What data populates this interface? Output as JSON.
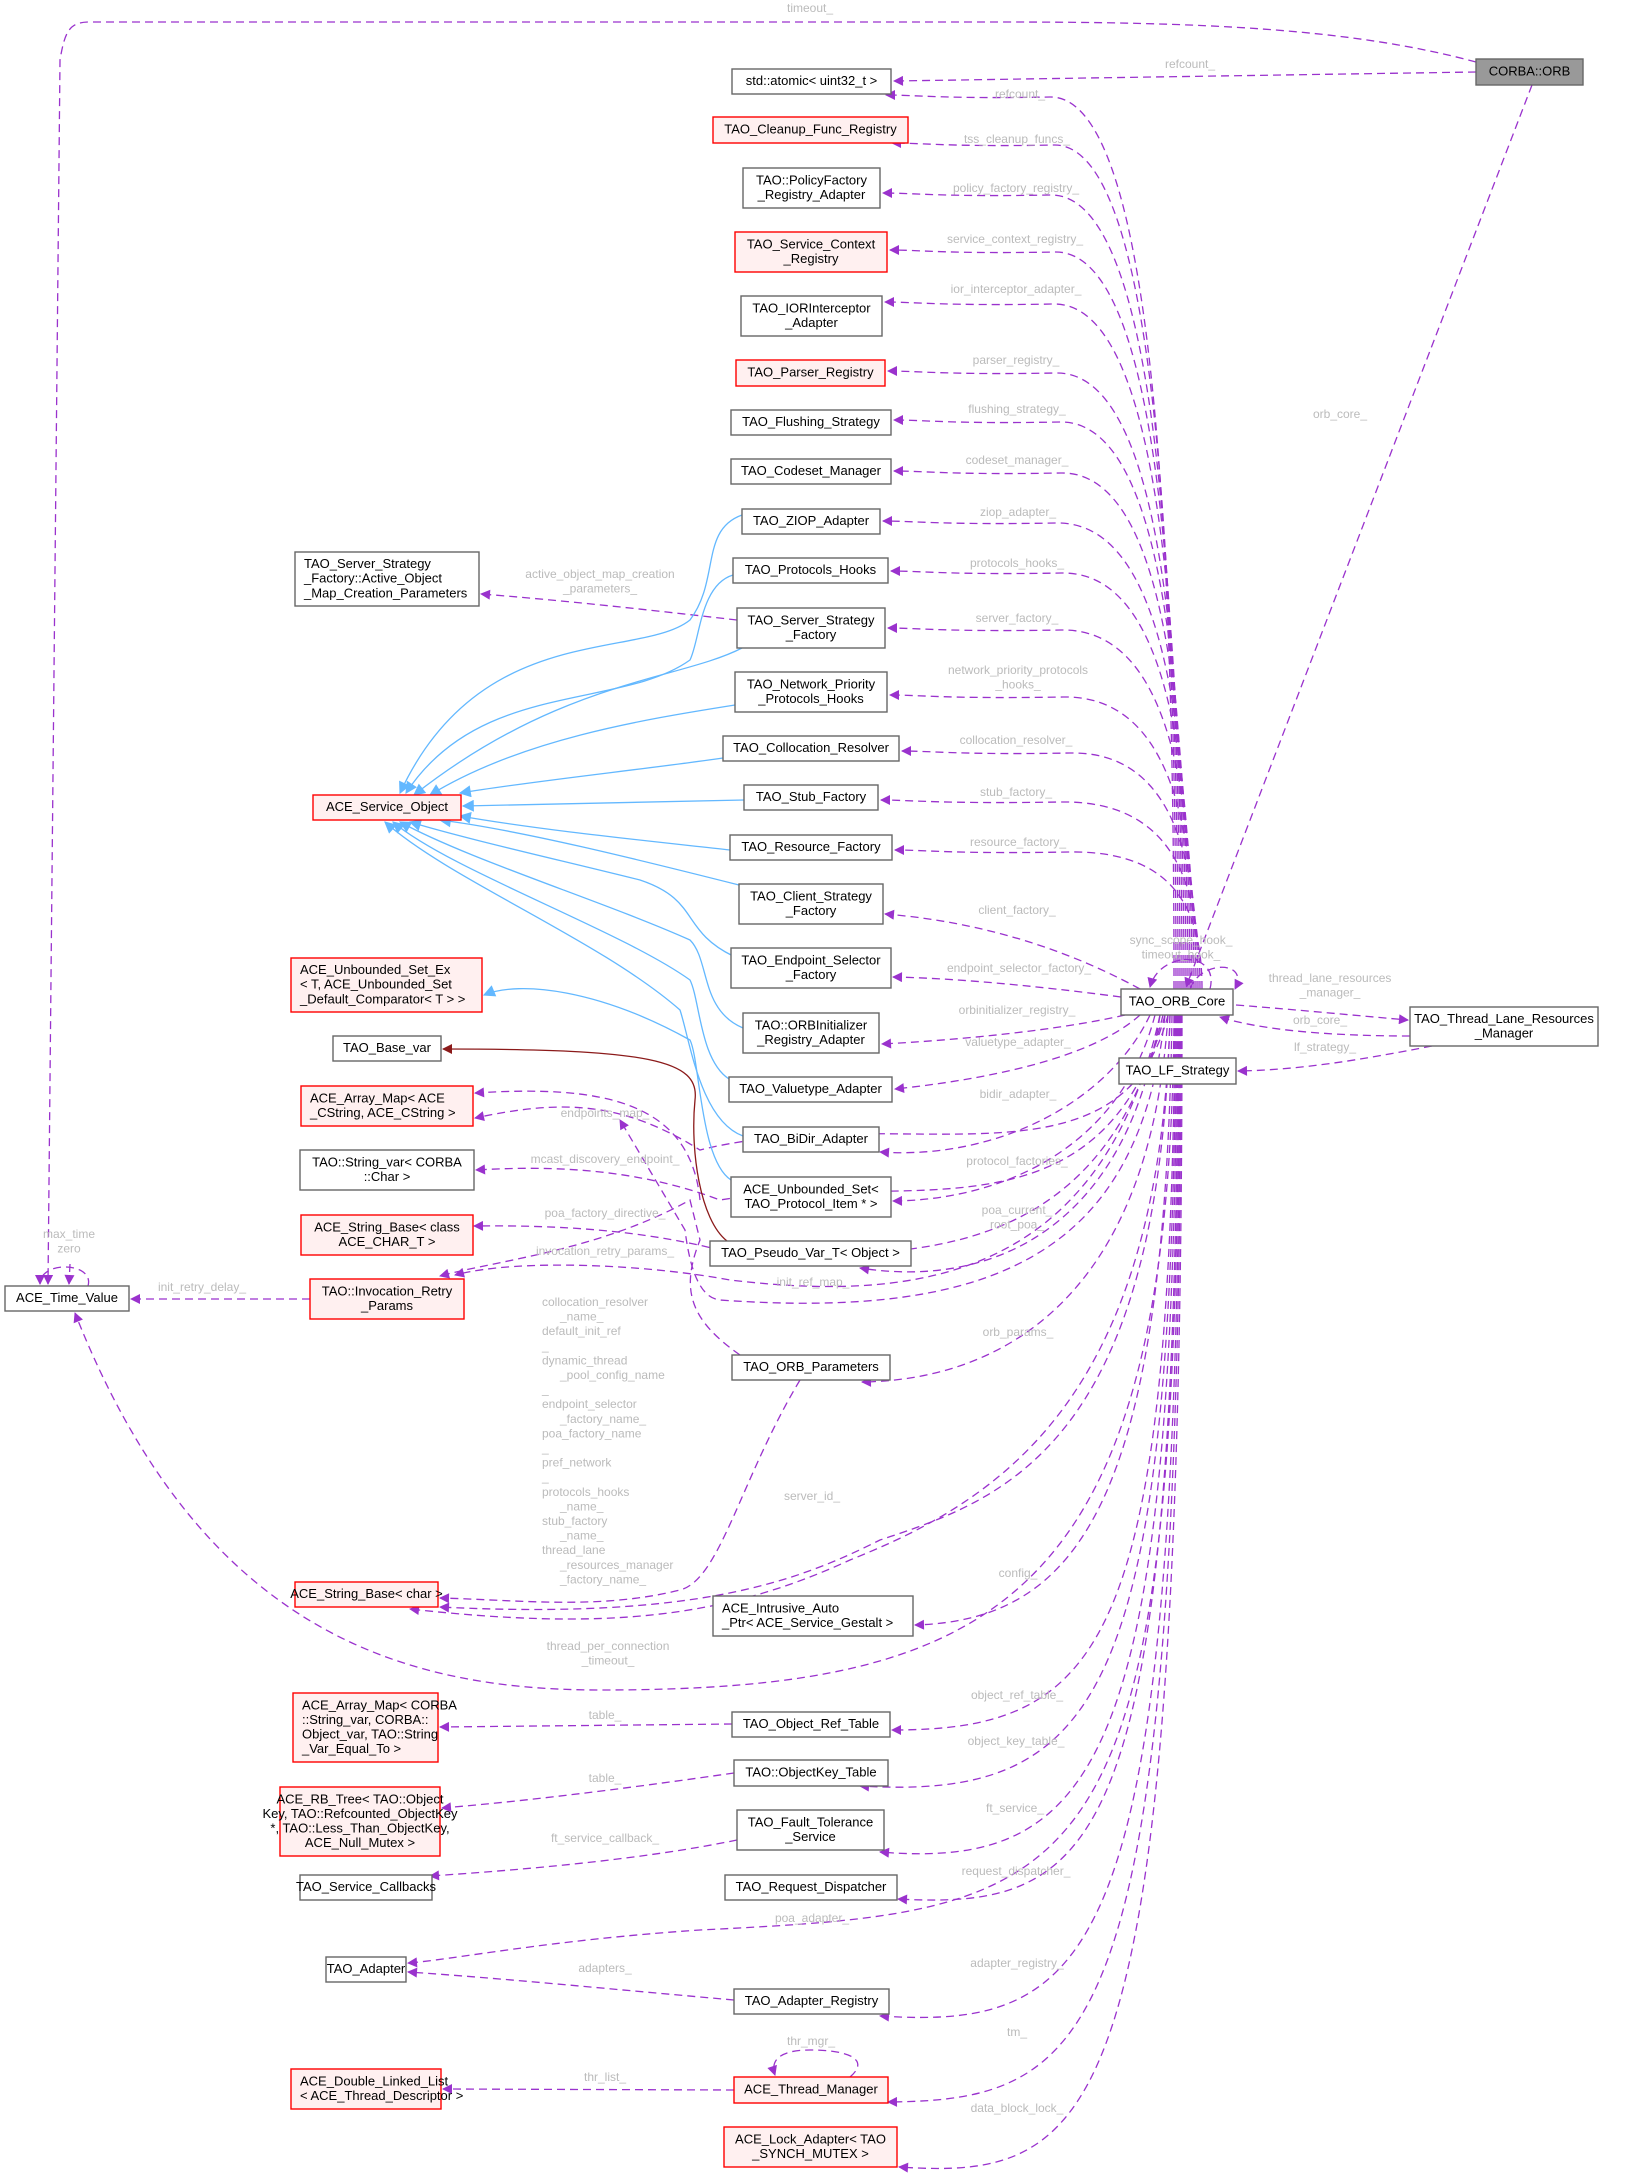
{
  "title": "Collaboration diagram for CORBA::ORB",
  "colors": {
    "usage_edge": "#9a32cd",
    "inheritance_edge": "#63b8ff",
    "template_edge": "#8b1a1a",
    "focus_fill": "#999999",
    "incomplete_border": "#ff0000",
    "incomplete_fill": "#fff0f0",
    "label": "#bbbbbb"
  },
  "nodes": [
    {
      "id": "orb",
      "lines": [
        "CORBA::ORB"
      ],
      "style": "focus"
    },
    {
      "id": "atomic",
      "lines": [
        "std::atomic< uint32_t >"
      ],
      "style": "plain"
    },
    {
      "id": "cleanup",
      "lines": [
        "TAO_Cleanup_Func_Registry"
      ],
      "style": "red"
    },
    {
      "id": "policyfactory",
      "lines": [
        "TAO::PolicyFactory",
        "_Registry_Adapter"
      ],
      "style": "plain"
    },
    {
      "id": "svcctx",
      "lines": [
        "TAO_Service_Context",
        "_Registry"
      ],
      "style": "red"
    },
    {
      "id": "iorint",
      "lines": [
        "TAO_IORInterceptor",
        "_Adapter"
      ],
      "style": "plain"
    },
    {
      "id": "parser",
      "lines": [
        "TAO_Parser_Registry"
      ],
      "style": "red"
    },
    {
      "id": "flushing",
      "lines": [
        "TAO_Flushing_Strategy"
      ],
      "style": "plain"
    },
    {
      "id": "codeset",
      "lines": [
        "TAO_Codeset_Manager"
      ],
      "style": "plain"
    },
    {
      "id": "ziop",
      "lines": [
        "TAO_ZIOP_Adapter"
      ],
      "style": "plain"
    },
    {
      "id": "protohooks",
      "lines": [
        "TAO_Protocols_Hooks"
      ],
      "style": "plain"
    },
    {
      "id": "serverstrat",
      "lines": [
        "TAO_Server_Strategy",
        "_Factory"
      ],
      "style": "plain"
    },
    {
      "id": "netprio",
      "lines": [
        "TAO_Network_Priority",
        "_Protocols_Hooks"
      ],
      "style": "plain"
    },
    {
      "id": "collres",
      "lines": [
        "TAO_Collocation_Resolver"
      ],
      "style": "plain"
    },
    {
      "id": "stubfac",
      "lines": [
        "TAO_Stub_Factory"
      ],
      "style": "plain"
    },
    {
      "id": "resfac",
      "lines": [
        "TAO_Resource_Factory"
      ],
      "style": "plain"
    },
    {
      "id": "clientstrat",
      "lines": [
        "TAO_Client_Strategy",
        "_Factory"
      ],
      "style": "plain"
    },
    {
      "id": "endpointsel",
      "lines": [
        "TAO_Endpoint_Selector",
        "_Factory"
      ],
      "style": "plain"
    },
    {
      "id": "orbinit",
      "lines": [
        "TAO::ORBInitializer",
        "_Registry_Adapter"
      ],
      "style": "plain"
    },
    {
      "id": "valuetype",
      "lines": [
        "TAO_Valuetype_Adapter"
      ],
      "style": "plain"
    },
    {
      "id": "bidir",
      "lines": [
        "TAO_BiDir_Adapter"
      ],
      "style": "plain"
    },
    {
      "id": "unbset",
      "lines": [
        "ACE_Unbounded_Set<",
        "TAO_Protocol_Item * >"
      ],
      "style": "plain"
    },
    {
      "id": "pseudovar",
      "lines": [
        "TAO_Pseudo_Var_T< Object >"
      ],
      "style": "plain"
    },
    {
      "id": "orbparams",
      "lines": [
        "TAO_ORB_Parameters"
      ],
      "style": "plain"
    },
    {
      "id": "intrusive",
      "lines": [
        "ACE_Intrusive_Auto",
        "_Ptr< ACE_Service_Gestalt >"
      ],
      "style": "plain",
      "align": "left"
    },
    {
      "id": "objreftable",
      "lines": [
        "TAO_Object_Ref_Table"
      ],
      "style": "plain"
    },
    {
      "id": "objkeytable",
      "lines": [
        "TAO::ObjectKey_Table"
      ],
      "style": "plain"
    },
    {
      "id": "faulttol",
      "lines": [
        "TAO_Fault_Tolerance",
        "_Service"
      ],
      "style": "plain"
    },
    {
      "id": "reqdisp",
      "lines": [
        "TAO_Request_Dispatcher"
      ],
      "style": "plain"
    },
    {
      "id": "adapterreg",
      "lines": [
        "TAO_Adapter_Registry"
      ],
      "style": "plain"
    },
    {
      "id": "thrmgr",
      "lines": [
        "ACE_Thread_Manager"
      ],
      "style": "red"
    },
    {
      "id": "lockadapter",
      "lines": [
        "ACE_Lock_Adapter< TAO",
        "_SYNCH_MUTEX >"
      ],
      "style": "red"
    },
    {
      "id": "activeobj",
      "lines": [
        "TAO_Server_Strategy",
        "_Factory::Active_Object",
        "_Map_Creation_Parameters"
      ],
      "style": "plain",
      "align": "left"
    },
    {
      "id": "svcobj",
      "lines": [
        "ACE_Service_Object"
      ],
      "style": "red"
    },
    {
      "id": "unbsetex",
      "lines": [
        "ACE_Unbounded_Set_Ex",
        "< T, ACE_Unbounded_Set",
        "_Default_Comparator< T > >"
      ],
      "style": "red",
      "align": "left"
    },
    {
      "id": "basevar",
      "lines": [
        "TAO_Base_var"
      ],
      "style": "plain"
    },
    {
      "id": "arraymapcs",
      "lines": [
        "ACE_Array_Map< ACE",
        "_CString, ACE_CString >"
      ],
      "style": "red",
      "align": "left"
    },
    {
      "id": "stringvar",
      "lines": [
        "TAO::String_var< CORBA",
        "::Char >"
      ],
      "style": "plain"
    },
    {
      "id": "stringbasecls",
      "lines": [
        "ACE_String_Base< class",
        "ACE_CHAR_T >"
      ],
      "style": "red"
    },
    {
      "id": "invretry",
      "lines": [
        "TAO::Invocation_Retry",
        "_Params"
      ],
      "style": "red"
    },
    {
      "id": "timevalue",
      "lines": [
        "ACE_Time_Value"
      ],
      "style": "plain"
    },
    {
      "id": "stringbasechar",
      "lines": [
        "ACE_String_Base< char >"
      ],
      "style": "red"
    },
    {
      "id": "arraymapcorba",
      "lines": [
        "ACE_Array_Map< CORBA",
        "::String_var, CORBA::",
        "Object_var, TAO::String",
        "_Var_Equal_To >"
      ],
      "style": "red",
      "align": "left"
    },
    {
      "id": "rbtree",
      "lines": [
        "ACE_RB_Tree< TAO::Object",
        "Key, TAO::Refcounted_ObjectKey",
        "*, TAO::Less_Than_ObjectKey,",
        "ACE_Null_Mutex >"
      ],
      "style": "red"
    },
    {
      "id": "svccallbacks",
      "lines": [
        "TAO_Service_Callbacks"
      ],
      "style": "plain"
    },
    {
      "id": "adapter",
      "lines": [
        "TAO_Adapter"
      ],
      "style": "plain"
    },
    {
      "id": "dll",
      "lines": [
        "ACE_Double_Linked_List",
        "< ACE_Thread_Descriptor >"
      ],
      "style": "red",
      "align": "left"
    },
    {
      "id": "orbcore",
      "lines": [
        "TAO_ORB_Core"
      ],
      "style": "plain"
    },
    {
      "id": "tlrm",
      "lines": [
        "TAO_Thread_Lane_Resources",
        "_Manager"
      ],
      "style": "plain"
    },
    {
      "id": "lfstrat",
      "lines": [
        "TAO_LF_Strategy"
      ],
      "style": "plain"
    }
  ],
  "edge_labels": {
    "timeout": [
      "timeout_"
    ],
    "refcount_orb": [
      "refcount_"
    ],
    "orb_core": [
      "orb_core_"
    ],
    "refcount_core": [
      "refcount_"
    ],
    "tss": [
      "tss_cleanup_funcs_"
    ],
    "policy": [
      "policy_factory_registry_"
    ],
    "svcctx": [
      "service_context_registry_"
    ],
    "ior": [
      "ior_interceptor_adapter_"
    ],
    "parser": [
      "parser_registry_"
    ],
    "flushing": [
      "flushing_strategy_"
    ],
    "codeset": [
      "codeset_manager_"
    ],
    "ziop": [
      "ziop_adapter_"
    ],
    "protohooks": [
      "protocols_hooks_"
    ],
    "serverfac": [
      "server_factory_"
    ],
    "netprio": [
      "network_priority_protocols",
      "_hooks_"
    ],
    "collres": [
      "collocation_resolver_"
    ],
    "stubfac": [
      "stub_factory_"
    ],
    "resfac": [
      "resource_factory_"
    ],
    "clientfac": [
      "client_factory_"
    ],
    "endpointsel": [
      "endpoint_selector_factory_"
    ],
    "orbinit": [
      "orbinitializer_registry_"
    ],
    "valuetype": [
      "valuetype_adapter_"
    ],
    "bidir": [
      "bidir_adapter_"
    ],
    "protofac": [
      "protocol_factories_"
    ],
    "poacurrent": [
      "poa_current_",
      "root_poa_"
    ],
    "initref": [
      "init_ref_map_"
    ],
    "orbparams": [
      "orb_params_"
    ],
    "serverid": [
      "server_id_"
    ],
    "config": [
      "config_"
    ],
    "tpc": [
      "thread_per_connection",
      "_timeout_"
    ],
    "objreftable": [
      "object_ref_table_"
    ],
    "objkeytable": [
      "object_key_table_"
    ],
    "ftservice": [
      "ft_service_"
    ],
    "reqdisp": [
      "request_dispatcher_"
    ],
    "poaadapter": [
      "poa_adapter_"
    ],
    "adapterreg": [
      "adapter_registry_"
    ],
    "tm": [
      "tm_"
    ],
    "datablock": [
      "data_block_lock_"
    ],
    "selfhooks": [
      "sync_scope_hook_",
      "timeout_hook_"
    ],
    "tlrm": [
      "thread_lane_resources",
      "_manager_"
    ],
    "orbcore_back": [
      "orb_core_"
    ],
    "lfstrat": [
      "lf_strategy_"
    ],
    "activeobj": [
      "active_object_map_creation",
      "_parameters_"
    ],
    "endpointsmap": [
      "endpoints_map_"
    ],
    "mcast": [
      "mcast_discovery_endpoint_"
    ],
    "poafacdir": [
      "poa_factory_directive_"
    ],
    "invretry": [
      "invocation_retry_params_"
    ],
    "initretry": [
      "init_retry_delay_"
    ],
    "maxtime": [
      "max_time",
      "zero"
    ],
    "strnames": [
      "collocation_resolver",
      "_name_",
      "default_init_ref",
      "_",
      "dynamic_thread",
      "_pool_config_name",
      "_",
      "endpoint_selector",
      "_factory_name_",
      "poa_factory_name",
      "_",
      "pref_network",
      "_",
      "protocols_hooks",
      "_name_",
      "stub_factory",
      "_name_",
      "thread_lane",
      "_resources_manager",
      "_factory_name_"
    ],
    "table1": [
      "table_"
    ],
    "table2": [
      "table_"
    ],
    "ftcallback": [
      "ft_service_callback_"
    ],
    "adapters": [
      "adapters_"
    ],
    "thrmgrself": [
      "thr_mgr_"
    ],
    "thrlist": [
      "thr_list_"
    ]
  }
}
